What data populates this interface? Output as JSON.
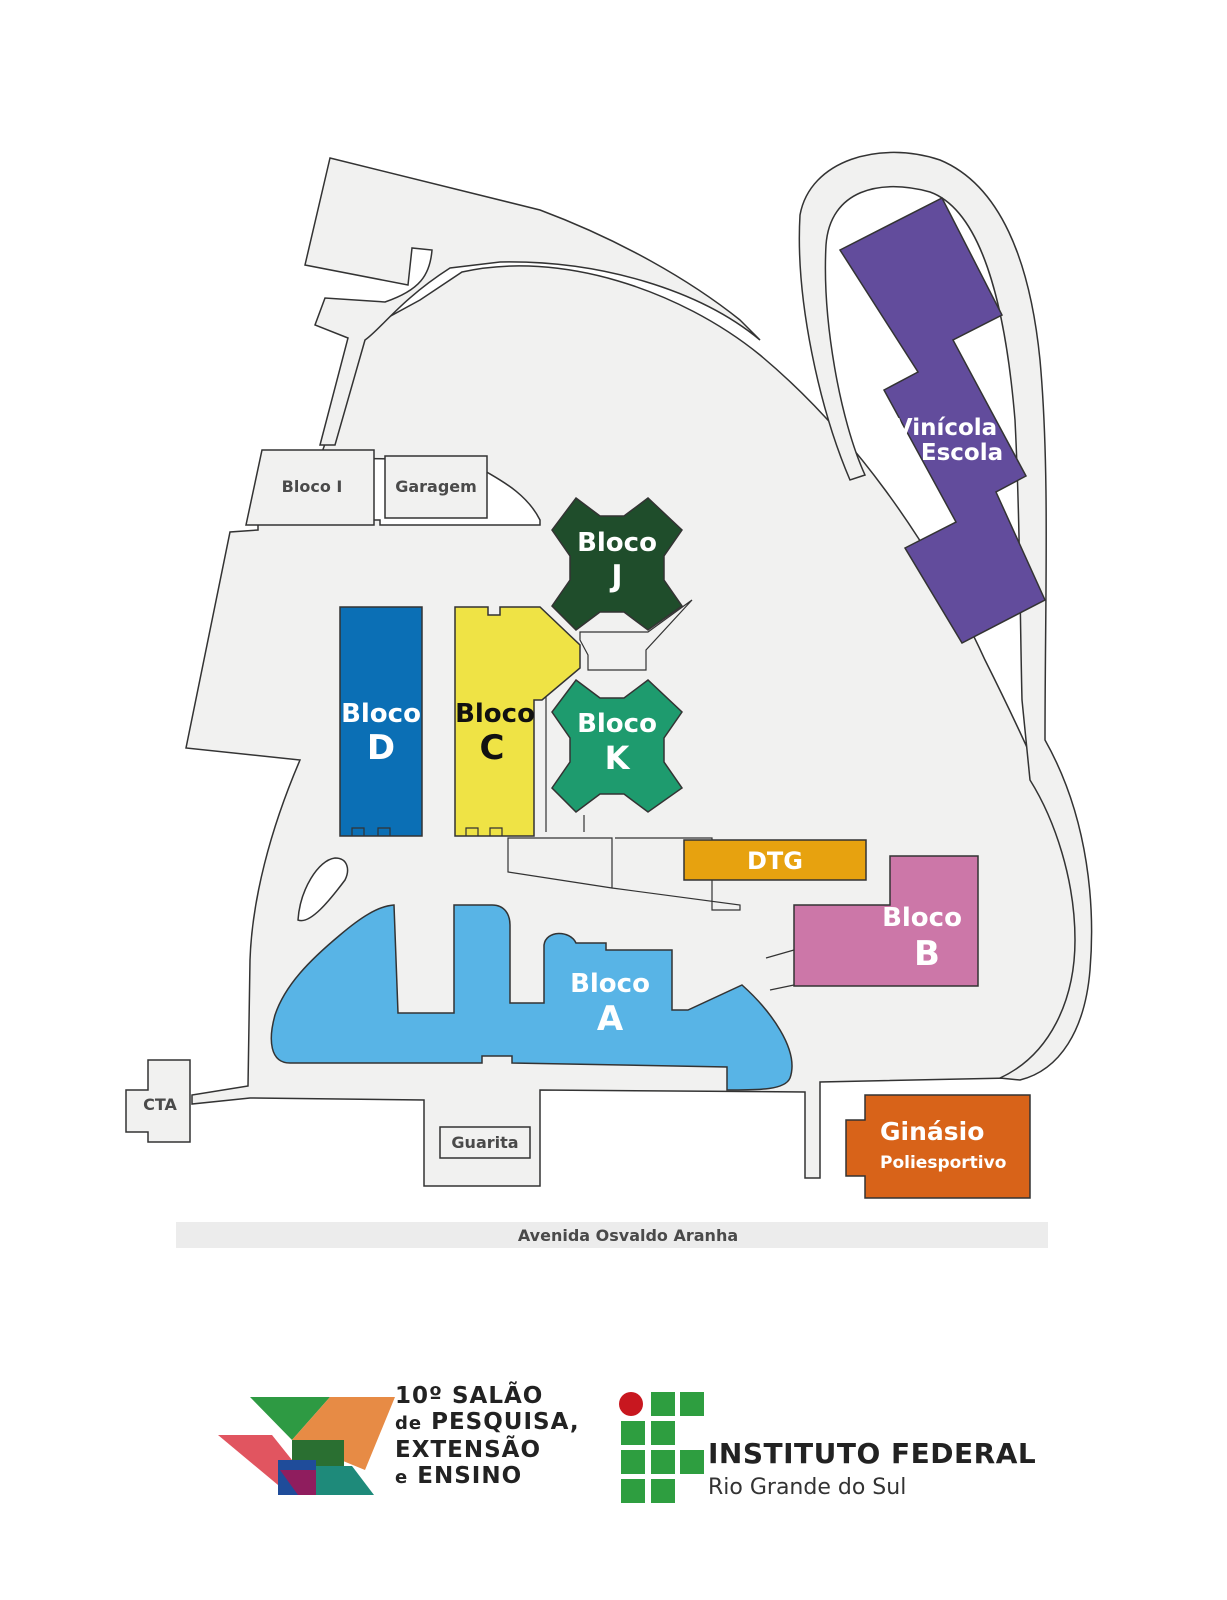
{
  "map": {
    "buildings": {
      "bloco_i": "Bloco I",
      "garagem": "Garagem",
      "bloco_j": {
        "name": "Bloco",
        "letter": "J",
        "color": "#1f4d2b"
      },
      "bloco_k": {
        "name": "Bloco",
        "letter": "K",
        "color": "#1e9b6e"
      },
      "bloco_d": {
        "name": "Bloco",
        "letter": "D",
        "color": "#0b6fb5"
      },
      "bloco_c": {
        "name": "Bloco",
        "letter": "C",
        "color": "#efe345"
      },
      "vinicola": {
        "line1": "Vinícola",
        "line2": "Escola",
        "color": "#624c9c"
      },
      "dtg": {
        "name": "DTG",
        "color": "#e7a20f"
      },
      "bloco_b": {
        "name": "Bloco",
        "letter": "B",
        "color": "#cc77a8"
      },
      "bloco_a": {
        "name": "Bloco",
        "letter": "A",
        "color": "#58b4e6"
      },
      "cta": "CTA",
      "guarita": "Guarita",
      "ginasio": {
        "line1": "Ginásio",
        "line2": "Poliesportivo",
        "color": "#d86319"
      }
    },
    "street": "Avenida Osvaldo Aranha",
    "ground_color": "#f1f1f0"
  },
  "footer": {
    "salao": {
      "line1": "10º SALÃO",
      "line2_small": "de",
      "line2": "PESQUISA,",
      "line3": "EXTENSÃO",
      "line4_small": "e",
      "line4": "ENSINO"
    },
    "instituto": {
      "name": "INSTITUTO FEDERAL",
      "campus": "Rio Grande do Sul",
      "green": "#2e9e40",
      "red": "#c8171f"
    }
  }
}
